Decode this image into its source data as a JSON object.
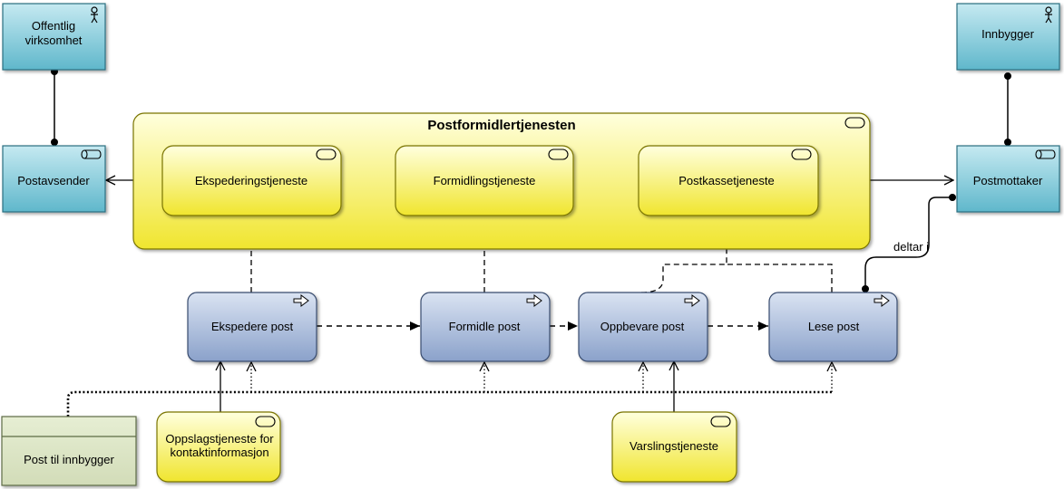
{
  "diagram": {
    "actors": {
      "offentlig_virksomhet": {
        "line1": "Offentlig",
        "line2": "virksomhet"
      },
      "innbygger": "Innbygger"
    },
    "roles": {
      "postavsender": "Postavsender",
      "postmottaker": "Postmottaker"
    },
    "composite_service": {
      "name": "Postformidlertjenesten",
      "services": {
        "ekspedering": "Ekspederingstjeneste",
        "formidling": "Formidlingstjeneste",
        "postkasse": "Postkassetjeneste"
      }
    },
    "processes": {
      "ekspedere": "Ekspedere post",
      "formidle": "Formidle post",
      "oppbevare": "Oppbevare post",
      "lese": "Lese post"
    },
    "external_services": {
      "oppslag": {
        "line1": "Oppslagstjeneste for",
        "line2": "kontaktinformasjon"
      },
      "varsling": "Varslingstjeneste"
    },
    "business_object": "Post til innbygger",
    "relations": {
      "deltar_i": "deltar i"
    }
  },
  "colors": {
    "business_fill_top": "#bfe6ef",
    "business_fill_bottom": "#5fb9cc",
    "business_stroke": "#2c6e80",
    "service_fill_top": "#ffffd8",
    "service_fill_bottom": "#f0e633",
    "service_stroke": "#7a7400",
    "process_fill_top": "#d4def0",
    "process_fill_bottom": "#8ea4cc",
    "process_stroke": "#394c6e",
    "object_fill": "#dfe8c9",
    "object_stroke": "#5c6b44"
  }
}
